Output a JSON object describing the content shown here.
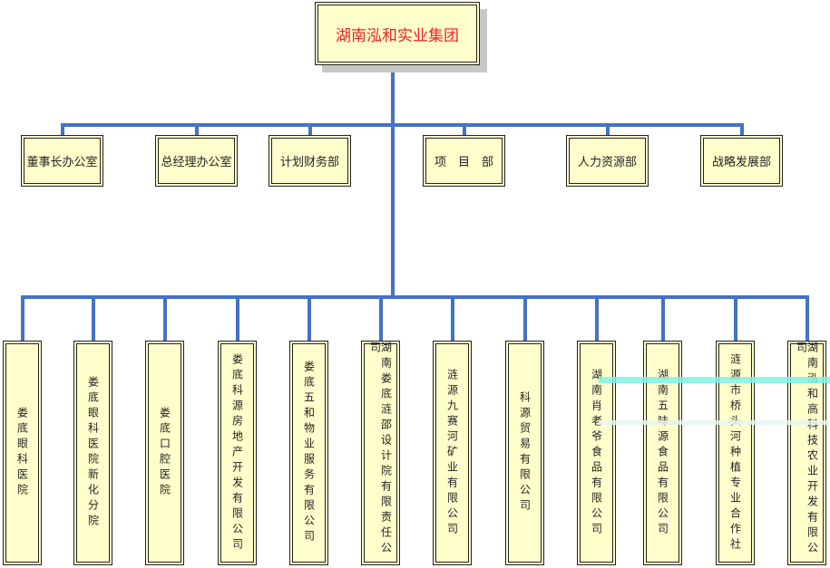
{
  "root": {
    "label": "湖南泓和实业集团"
  },
  "departments": [
    {
      "label": "董事长办公室"
    },
    {
      "label": "总经理办公室"
    },
    {
      "label": "计划财务部"
    },
    {
      "label": "项　目　部"
    },
    {
      "label": "人力资源部"
    },
    {
      "label": "战略发展部"
    }
  ],
  "subsidiaries": [
    {
      "label": "娄底眼科医院"
    },
    {
      "label": "娄底眼科医院新化分院"
    },
    {
      "label": "娄底口腔医院"
    },
    {
      "label": "娄底科源房地产开发有限公司"
    },
    {
      "label": "娄底五和物业服务有限公司"
    },
    {
      "label": "湖南娄底涟邵设计院有限责任公司"
    },
    {
      "label": "涟源九赛河矿业有限公司"
    },
    {
      "label": "科源贸易有限公司"
    },
    {
      "label": "湖南肖老爷食品有限公司"
    },
    {
      "label": "湖南五味源食品有限公司"
    },
    {
      "label": "涟源市桥头河种植专业合作社"
    },
    {
      "label": "湖南泓和高科技农业开发有限公司"
    }
  ],
  "colors": {
    "connector": "#4472c4",
    "box_fill": "#ffffcc",
    "root_text": "#ee2222"
  }
}
